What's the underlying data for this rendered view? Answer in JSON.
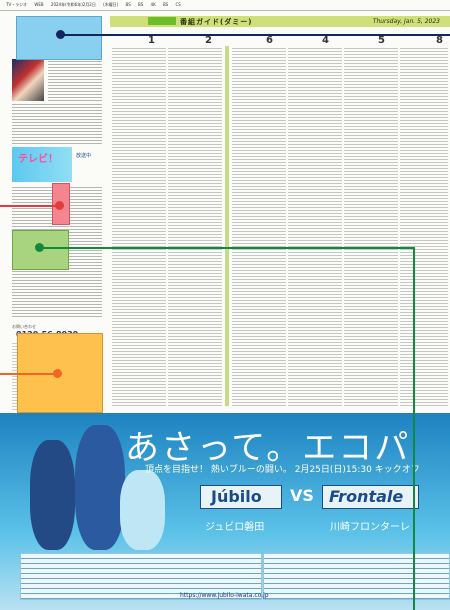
{
  "top_strip": {
    "items": [
      "TV・ラジオ",
      "WEB",
      "2024年(令和6年)2月2日",
      "(木曜日)",
      "BS",
      "BS",
      "4K",
      "BS",
      "CS"
    ]
  },
  "program_guide": {
    "header_title": "番組ガイド(ダミー)",
    "header_date": "Thursday, Jan. 5, 2023",
    "channels": [
      "1",
      "2",
      "6",
      "4",
      "5",
      "8"
    ]
  },
  "left_column": {
    "promo_title": "テレビ！",
    "promo_badge": "放送中",
    "phone_label": "お問い合わせ",
    "phone_number": "0120-56-8939"
  },
  "advertisement": {
    "headline": "あさって。エコパ",
    "subhead": "頂点を目指せ！ 熱いブルーの闘い。 2月25日(日)15:30 キックオフ",
    "team_left": "Júbilo",
    "vs": "VS",
    "team_right": "Frontale",
    "team_left_jp": "ジュビロ磐田",
    "team_right_jp": "川崎フロンターレ",
    "url": "https://www.jubilo-iwata.co.jp"
  },
  "colors": {
    "header": "#cfe07a",
    "ad_bg": "#2a8bc4",
    "box_blue": "#89cff0",
    "box_red": "#f4858f",
    "box_green": "#a8d37f",
    "box_orange": "#ffc14d",
    "line_navy": "#17255e",
    "line_red": "#e23c3c",
    "line_green": "#128a3c",
    "line_orange": "#f26522"
  }
}
